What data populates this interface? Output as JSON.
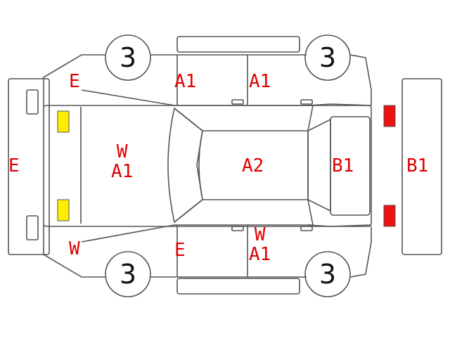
{
  "colors": {
    "outline": "#555555",
    "mark_text": "#e00000",
    "wheel_text": "#111111",
    "front_lamp": "#ffee00",
    "rear_lamp": "#ee1111"
  },
  "wheels": {
    "front_left": "3",
    "rear_left": "3",
    "front_right": "3",
    "rear_right": "3"
  },
  "marks": {
    "front_view": "E",
    "top_left_fender": "E",
    "top_front_door": "A1",
    "top_rear_door": "A1",
    "hood_top": "W",
    "hood_bottom": "A1",
    "roof": "A2",
    "trunk": "B1",
    "rear_view": "B1",
    "bottom_left_fender": "W",
    "bottom_front_door": "E",
    "bottom_rear_door_top": "W",
    "bottom_rear_door_bottom": "A1"
  }
}
